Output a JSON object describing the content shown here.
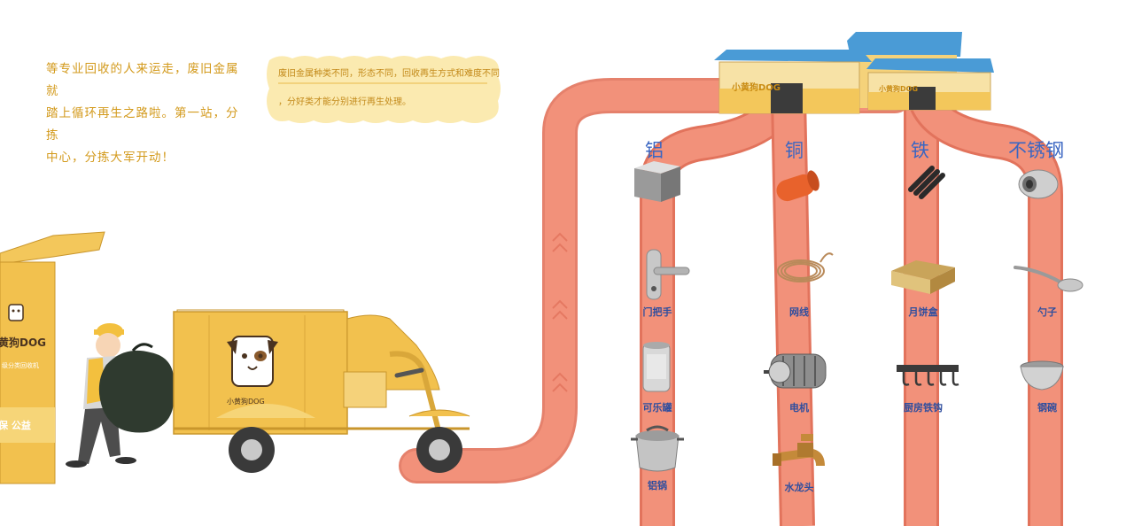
{
  "intro": {
    "line1": "等专业回收的人来运走，废旧金属就",
    "line2": "踏上循环再生之路啦。第一站，分拣",
    "line3": "中心，分拣大军开动！"
  },
  "note": {
    "line1": "废旧金属种类不同，形态不同，回收再生方式和难度不同",
    "line2": "，分好类才能分别进行再生处理。"
  },
  "building_signs": [
    "小黄狗DOG",
    "小黄狗DOG"
  ],
  "machine": {
    "brand": "黄狗DOG",
    "subtitle": "级分类回收机",
    "bottom": "保  公益"
  },
  "truck": {
    "logo": "小黄狗DOG"
  },
  "categories": [
    {
      "name": "铝",
      "items": [
        {
          "label": "门把手",
          "icon": "door-handle-icon"
        },
        {
          "label": "可乐罐",
          "icon": "soda-can-icon"
        },
        {
          "label": "铝锅",
          "icon": "aluminum-pot-icon"
        }
      ]
    },
    {
      "name": "铜",
      "items": [
        {
          "label": "网线",
          "icon": "cable-coil-icon"
        },
        {
          "label": "电机",
          "icon": "motor-icon"
        },
        {
          "label": "水龙头",
          "icon": "faucet-icon"
        }
      ]
    },
    {
      "name": "铁",
      "items": [
        {
          "label": "月饼盒",
          "icon": "mooncake-box-icon"
        },
        {
          "label": "厨房铁钩",
          "icon": "kitchen-hooks-icon"
        }
      ]
    },
    {
      "name": "不锈钢",
      "items": [
        {
          "label": "勺子",
          "icon": "spoon-icon"
        },
        {
          "label": "钢碗",
          "icon": "steel-bowl-icon"
        }
      ]
    }
  ],
  "colors": {
    "pipe": "#f2917a",
    "pipe_edge": "#e2735c",
    "label_blue": "#2f4e9e",
    "category_blue": "#3a66c2",
    "truck_yellow": "#f2c14e",
    "roof_blue": "#4a9bd6",
    "intro_text": "#d39a1c",
    "note_bg": "#fbeab0"
  }
}
